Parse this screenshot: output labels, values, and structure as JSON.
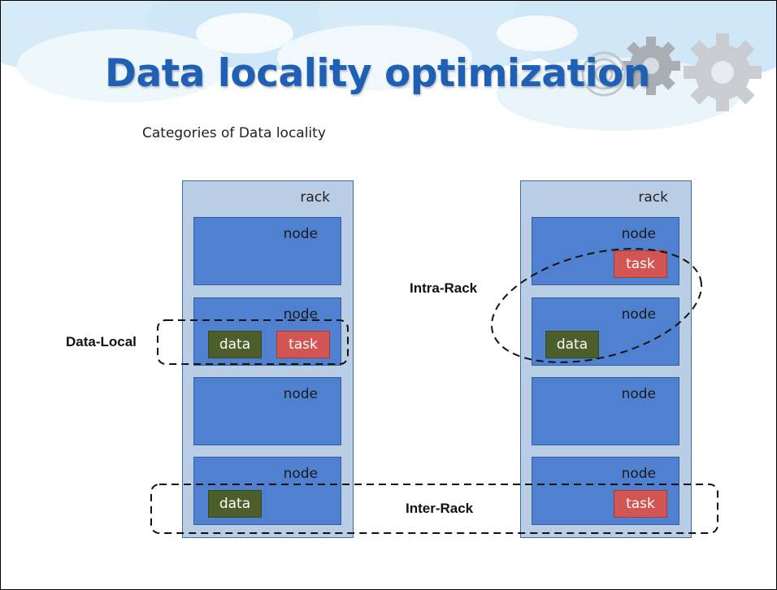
{
  "title": "Data locality optimization",
  "subtitle": "Categories of Data locality",
  "rack_label": "rack",
  "node_label": "node",
  "data_label": "data",
  "task_label": "task",
  "categories": {
    "data_local": "Data-Local",
    "intra_rack": "Intra-Rack",
    "inter_rack": "Inter-Rack"
  },
  "colors": {
    "title": "#1f5fb4",
    "rack_fill": "#b9cde5",
    "node_fill": "#4f81d0",
    "data_fill": "#4c5f2a",
    "task_fill": "#d25553"
  },
  "icons": [
    "cloud-background",
    "gear-icon"
  ]
}
